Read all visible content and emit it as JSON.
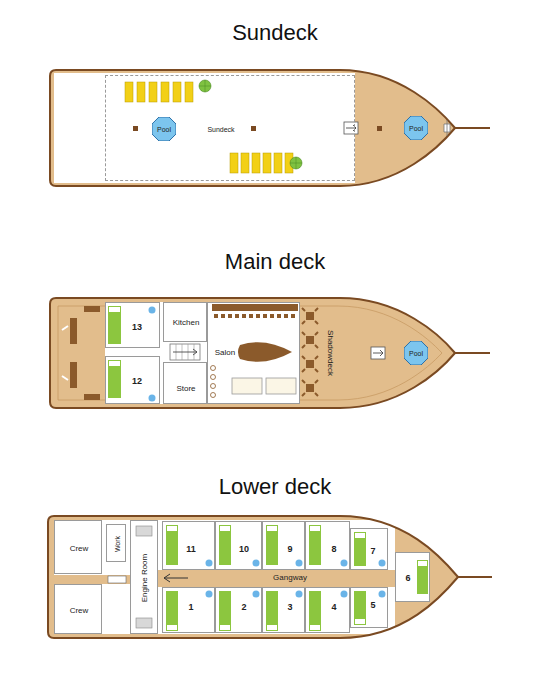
{
  "diagram": {
    "nodes": [
      {
        "text": [
          "Sundeck"
        ]
      },
      {
        "text": [
          "Pool"
        ],
        "in": 0
      },
      {
        "text": [
          "Pool"
        ]
      },
      {
        "text": [
          "13"
        ]
      },
      {
        "text": [
          "Kitchen"
        ]
      },
      {
        "text": [
          "12"
        ]
      },
      {
        "text": [
          "Store"
        ]
      },
      {
        "text": [
          "Salon"
        ]
      },
      {
        "text": [
          "Shadowdeck"
        ]
      },
      {
        "text": [
          "Pool"
        ]
      },
      {
        "text": [
          "Crew"
        ]
      },
      {
        "text": [
          "Work"
        ]
      },
      {
        "text": [
          "Crew"
        ]
      },
      {
        "text": [
          "Engine Room"
        ]
      },
      {
        "text": [
          "11"
        ]
      },
      {
        "text": [
          "10"
        ]
      },
      {
        "text": [
          "9"
        ]
      },
      {
        "text": [
          "8"
        ]
      },
      {
        "text": [
          "7"
        ]
      },
      {
        "text": [
          "Gangway"
        ]
      },
      {
        "text": [
          "1"
        ]
      },
      {
        "text": [
          "2"
        ]
      },
      {
        "text": [
          "3"
        ]
      },
      {
        "text": [
          "4"
        ]
      },
      {
        "text": [
          "5"
        ]
      },
      {
        "text": [
          "6"
        ]
      }
    ],
    "labels": [
      "Sundeck",
      "Main deck",
      "Lower deck"
    ]
  }
}
